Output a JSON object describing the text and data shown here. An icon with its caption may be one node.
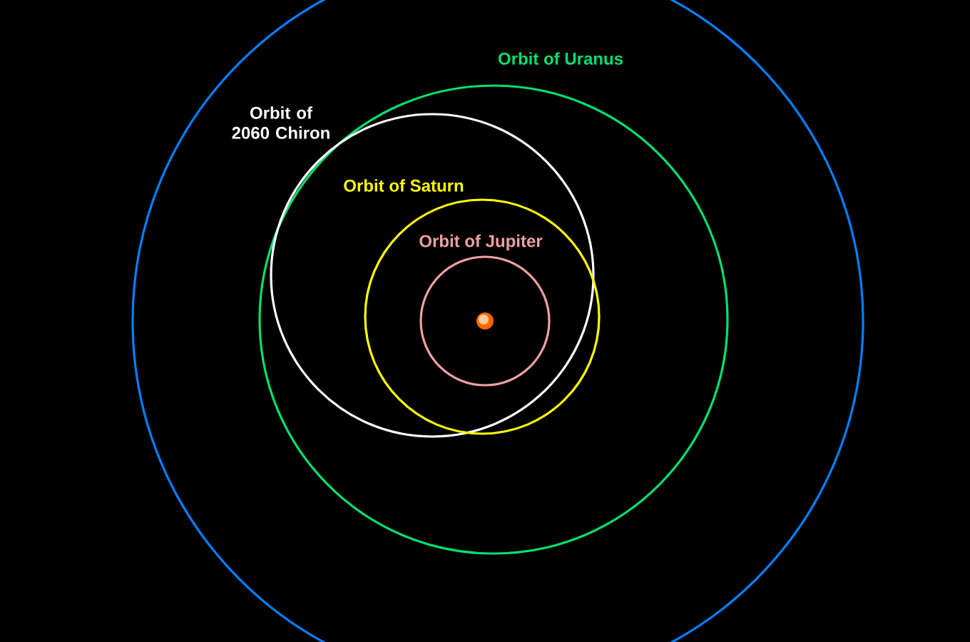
{
  "diagram": {
    "labels": [
      "Orbit of Uranus",
      "Orbit of 2060 Chiron",
      "Orbit of Saturn",
      "Orbit of Jupiter"
    ]
  }
}
